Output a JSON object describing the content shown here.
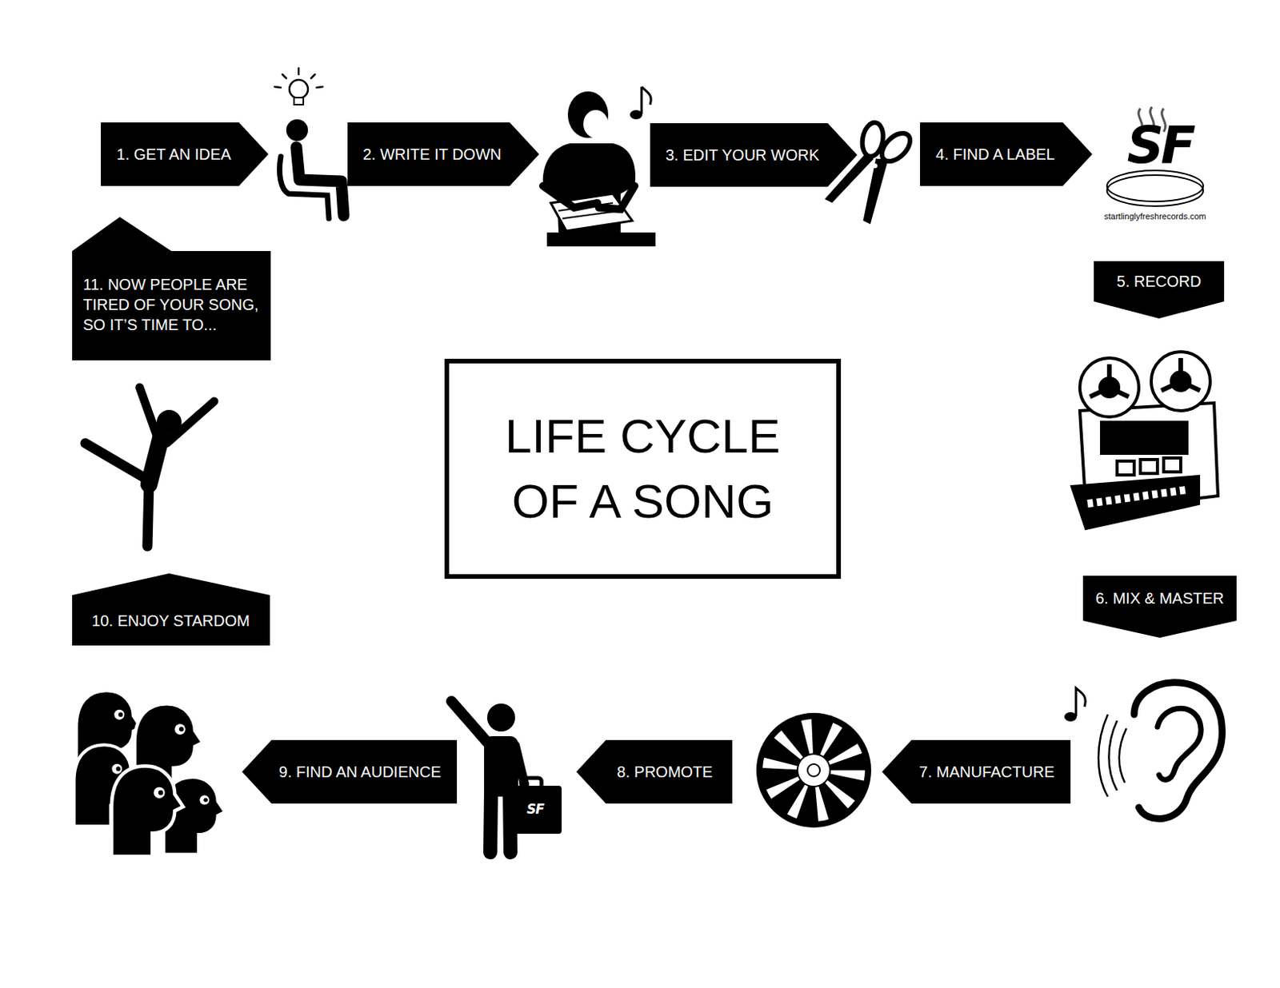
{
  "diagram": {
    "title": "LIFE CYCLE OF A SONG",
    "nodes": [
      {
        "text": [
          "1. GET AN IDEA"
        ]
      },
      {
        "text": [
          "2. WRITE IT DOWN"
        ]
      },
      {
        "text": [
          "3. EDIT YOUR WORK"
        ]
      },
      {
        "text": [
          "4. FIND A LABEL"
        ]
      },
      {
        "text": [
          "5. RECORD"
        ]
      },
      {
        "text": [
          "6. MIX & MASTER"
        ]
      },
      {
        "text": [
          "7. MANUFACTURE"
        ]
      },
      {
        "text": [
          "8. PROMOTE"
        ]
      },
      {
        "text": [
          "9. FIND AN AUDIENCE"
        ]
      },
      {
        "text": [
          "10. ENJOY STARDOM"
        ]
      },
      {
        "text": [
          "11. NOW PEOPLE ARE TIRED OF YOUR SONG, SO IT’S TIME TO..."
        ]
      }
    ],
    "labels": [
      "SF",
      "startlinglyfreshrecords.com",
      "SF"
    ]
  }
}
